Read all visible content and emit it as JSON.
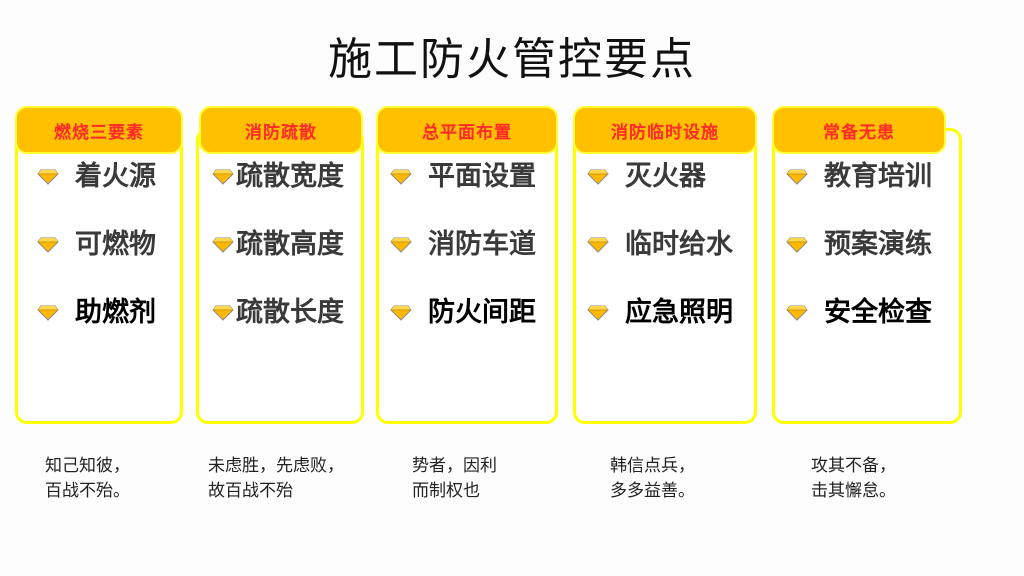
{
  "title": "施工防火管控要点",
  "colors": {
    "card_border": "#ffff00",
    "header_fill": "#ffc000",
    "header_text": "#ff2a2a",
    "item_text": "#3a3a3a",
    "item_text_emphasis": "#000000",
    "gem": "#ffb800"
  },
  "columns": [
    {
      "header": "燃烧三要素",
      "items": [
        {
          "icon": "diamond-icon",
          "label": "着火源"
        },
        {
          "icon": "diamond-icon",
          "label": "可燃物"
        },
        {
          "icon": "diamond-icon",
          "label": "助燃剂"
        }
      ],
      "quote": {
        "line1": "知己知彼，",
        "line2": "百战不殆。"
      }
    },
    {
      "header": "消防疏散",
      "items": [
        {
          "icon": "diamond-icon",
          "label": "疏散宽度"
        },
        {
          "icon": "diamond-icon",
          "label": "疏散高度"
        },
        {
          "icon": "diamond-icon",
          "label": "疏散长度"
        }
      ],
      "quote": {
        "line1": "未虑胜，先虑败，",
        "line2": "故百战不殆"
      }
    },
    {
      "header": "总平面布置",
      "items": [
        {
          "icon": "diamond-icon",
          "label": "平面设置"
        },
        {
          "icon": "diamond-icon",
          "label": "消防车道"
        },
        {
          "icon": "diamond-icon",
          "label": "防火间距"
        }
      ],
      "quote": {
        "line1": "势者，因利",
        "line2": "而制权也"
      }
    },
    {
      "header": "消防临时设施",
      "items": [
        {
          "icon": "diamond-icon",
          "label": "灭火器"
        },
        {
          "icon": "diamond-icon",
          "label": "临时给水"
        },
        {
          "icon": "diamond-icon",
          "label": "应急照明"
        }
      ],
      "quote": {
        "line1": "韩信点兵，",
        "line2": "多多益善。"
      }
    },
    {
      "header": "常备无患",
      "items": [
        {
          "icon": "diamond-icon",
          "label": "教育培训"
        },
        {
          "icon": "diamond-icon",
          "label": "预案演练"
        },
        {
          "icon": "diamond-icon",
          "label": "安全检查"
        }
      ],
      "quote": {
        "line1": "攻其不备，",
        "line2": "击其懈怠。"
      }
    }
  ]
}
